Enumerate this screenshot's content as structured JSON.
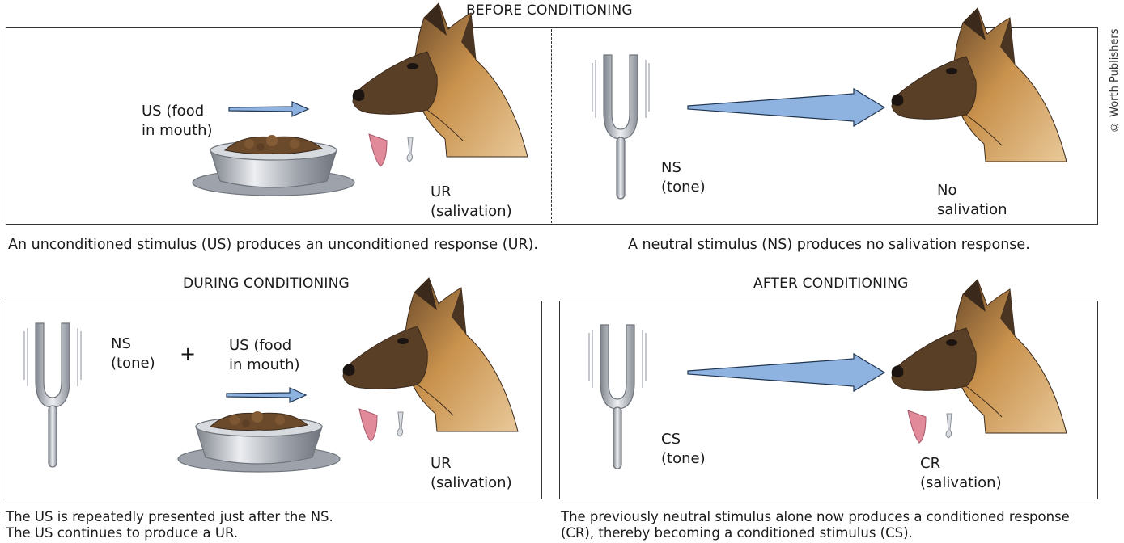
{
  "credit": "© Worth Publishers",
  "before": {
    "heading": "BEFORE CONDITIONING",
    "us_label": "US (food\nin mouth)",
    "ur_label": "UR\n(salivation)",
    "ns_label": "NS\n(tone)",
    "no_salivation_label": "No\nsalivation",
    "caption_left": "An unconditioned stimulus (US) produces an unconditioned response (UR).",
    "caption_right": "A neutral stimulus (NS) produces no salivation response."
  },
  "during": {
    "heading": "DURING CONDITIONING",
    "ns_label": "NS\n(tone)",
    "plus": "+",
    "us_label": "US (food\nin mouth)",
    "ur_label": "UR\n(salivation)",
    "caption": "The US is repeatedly presented just after the NS.\nThe US continues to produce a UR."
  },
  "after": {
    "heading": "AFTER CONDITIONING",
    "cs_label": "CS\n(tone)",
    "cr_label": "CR\n(salivation)",
    "caption": "The previously neutral stimulus alone now produces a conditioned response\n(CR), thereby becoming a conditioned stimulus (CS)."
  },
  "colors": {
    "arrow_fill": "#8fb3e0",
    "arrow_stroke": "#1f3550",
    "fork": "#b9bcc3",
    "bowl": "#a9adb5",
    "food": "#6b4a2b",
    "dog_fur": "#c9924d",
    "dog_dark": "#3b2a1c",
    "tongue": "#e08a9a"
  }
}
